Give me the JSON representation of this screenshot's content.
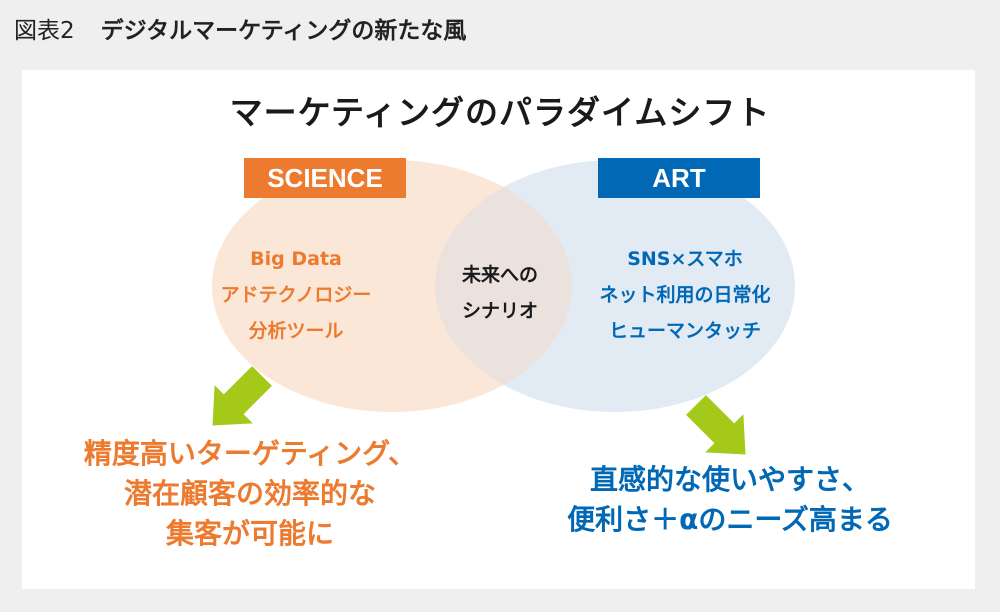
{
  "figure": {
    "number": "図表2",
    "title": "デジタルマーケティングの新たな風"
  },
  "diagram": {
    "heading": "マーケティングのパラダイムシフト",
    "science": {
      "tag": "SCIENCE",
      "items": [
        "Big Data",
        "アドテクノロジー",
        "分析ツール"
      ],
      "result": [
        "精度高いターゲティング、",
        "潜在顧客の効率的な",
        "集客が可能に"
      ]
    },
    "art": {
      "tag": "ART",
      "items": [
        "SNS×スマホ",
        "ネット利用の日常化",
        "ヒューマンタッチ"
      ],
      "result": [
        "直感的な使いやすさ、",
        "便利さ＋αのニーズ高まる"
      ]
    },
    "overlap": [
      "未来への",
      "シナリオ"
    ]
  },
  "colors": {
    "science_accent": "#ec7a2f",
    "art_accent": "#0068b5",
    "science_circle": "#fbe7d8",
    "art_circle": "#e2eaf4",
    "overlap": "#ebe2de",
    "arrow": "#a5c918",
    "page_background": "#efefef",
    "panel_background": "#ffffff"
  },
  "icons": [
    "down-left-arrow-icon",
    "down-right-arrow-icon"
  ]
}
